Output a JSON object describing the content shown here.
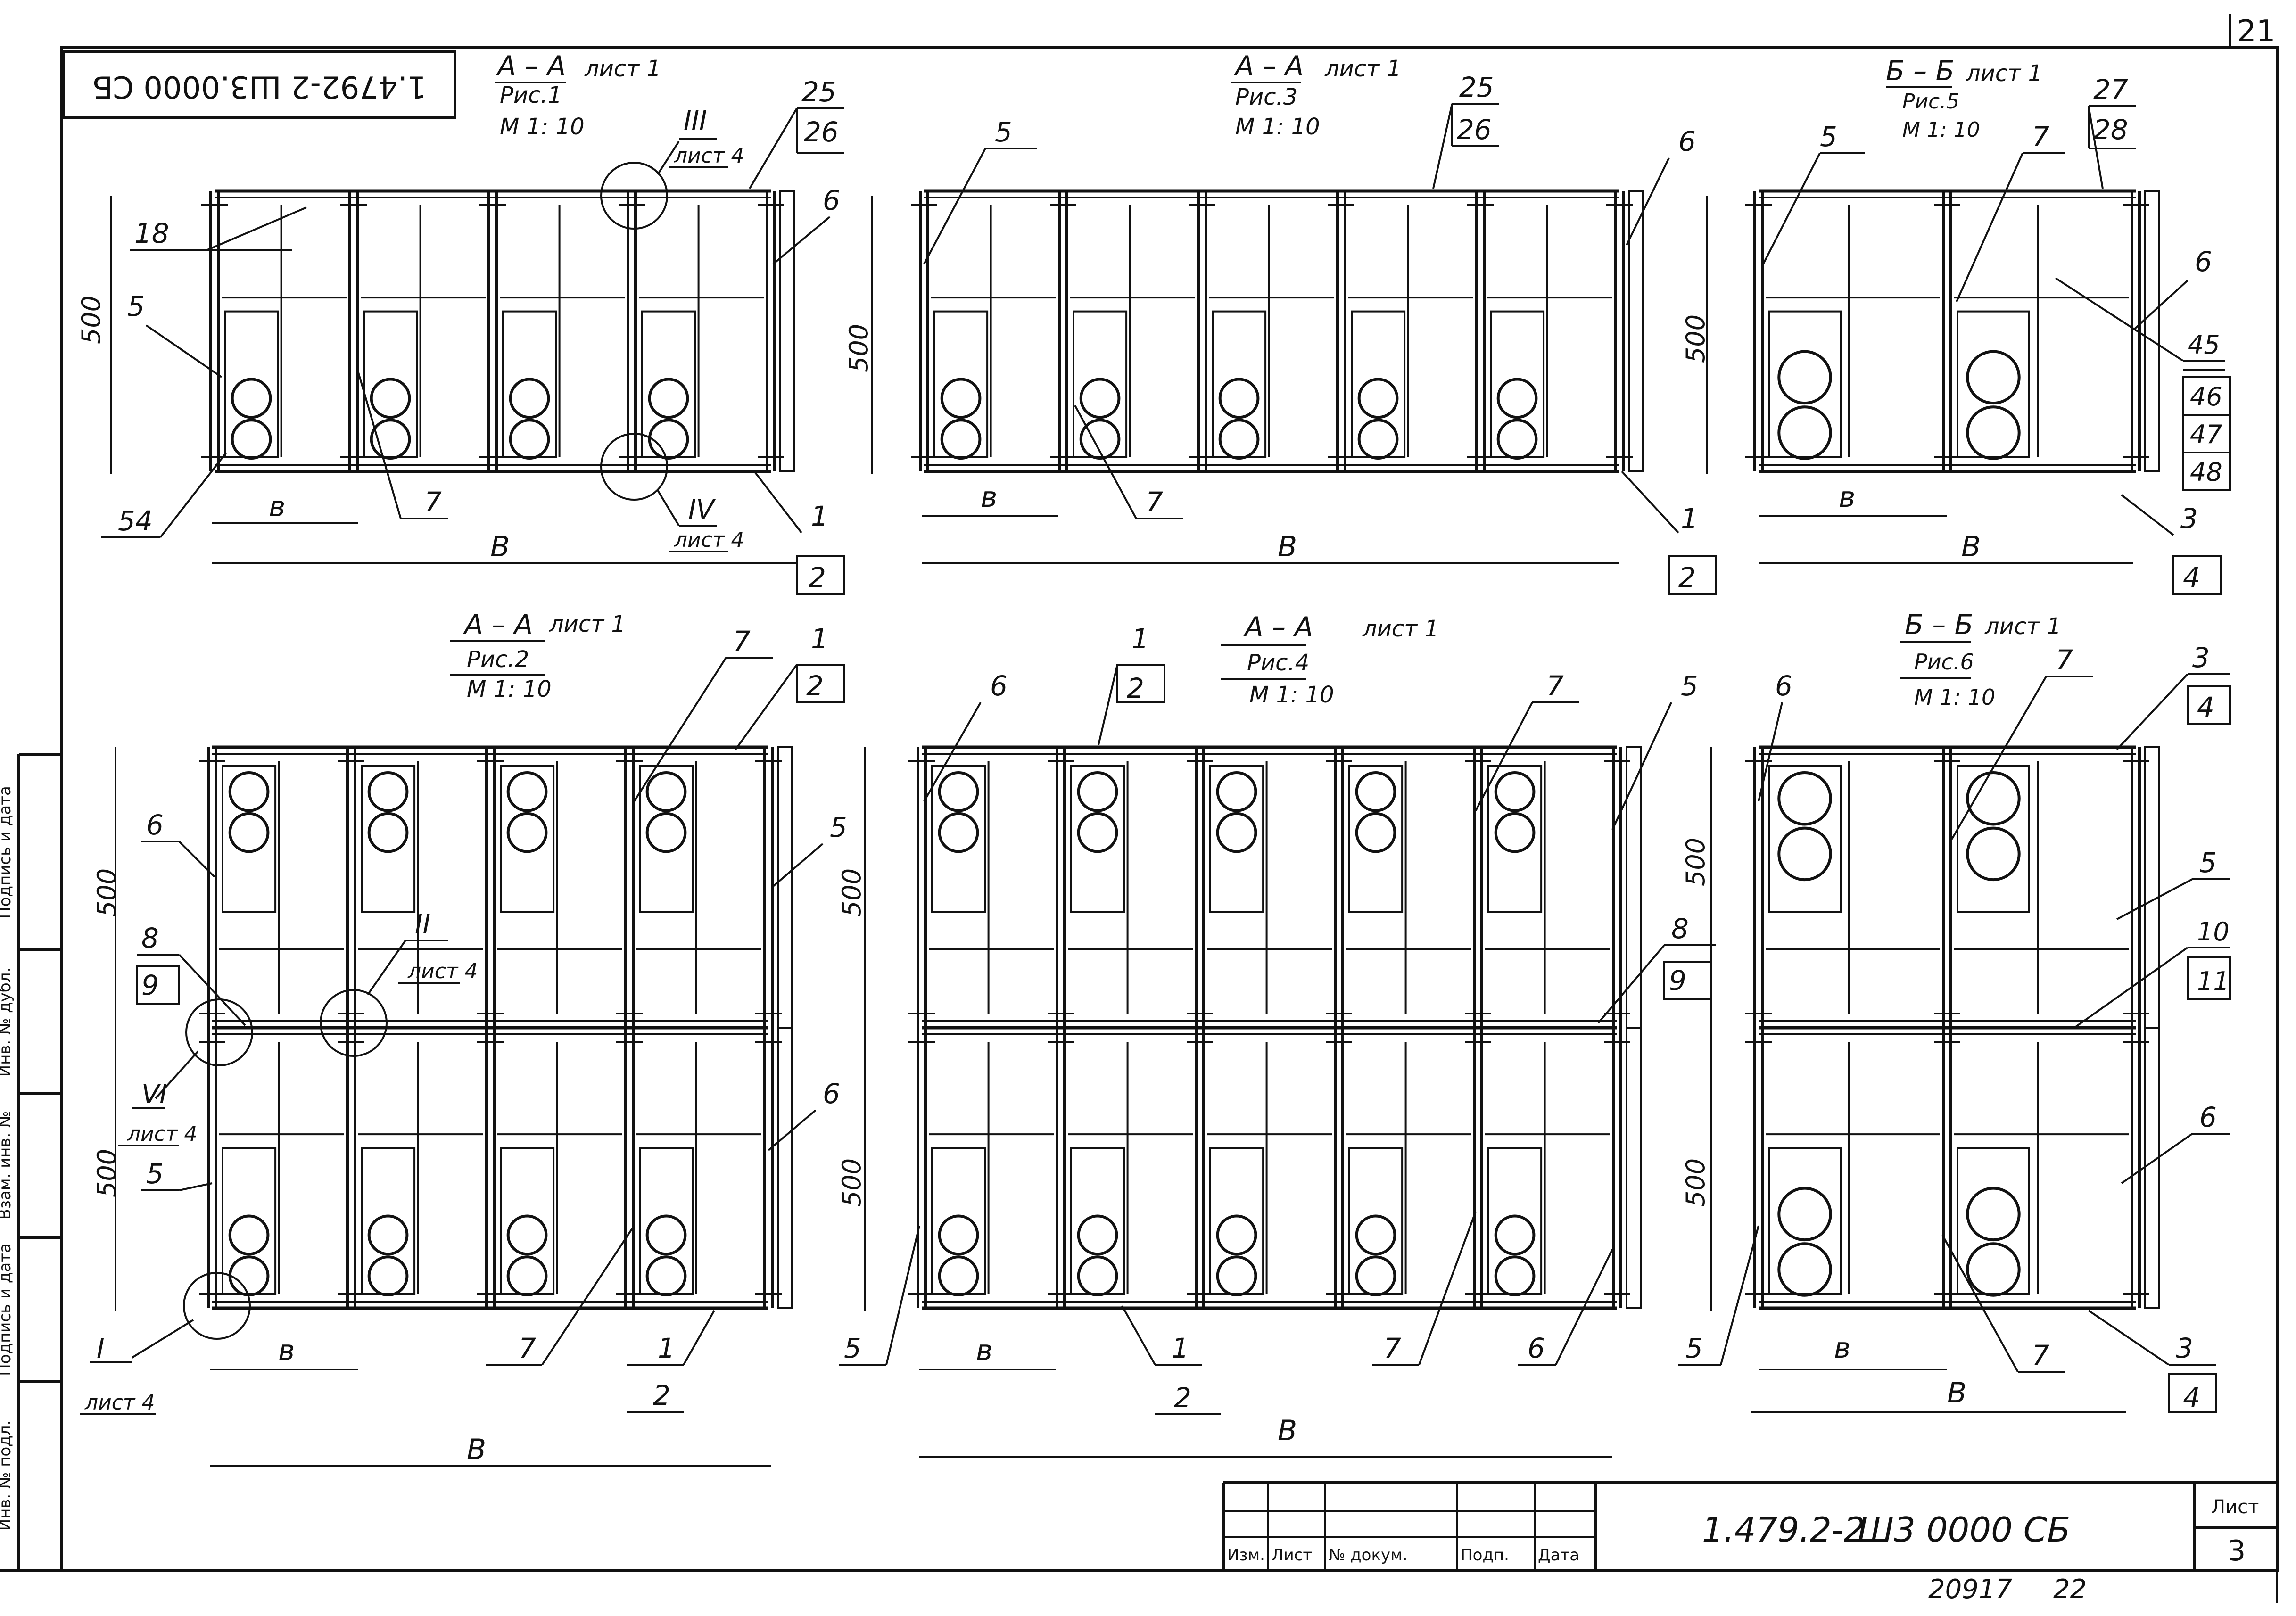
{
  "sheet": {
    "page_number_corner": "21",
    "stamp_rotated": "1.4792-2 Ш3.0000 СБ",
    "doc_code": "1.479.2-2",
    "doc_designation": "Ш3 0000 СБ",
    "sheet_label": "Лист",
    "sheet_number": "3",
    "archive_number": "20917",
    "archive_suffix": "22",
    "title_block_headers": [
      "Изм.",
      "Лист",
      "№ докум.",
      "Подп.",
      "Дата"
    ]
  },
  "side_stamp": [
    "Инв. № подл.",
    "Подпись и дата",
    "Взам. инв. №",
    "Инв. № дубл.",
    "Подпись и дата"
  ],
  "figures": [
    {
      "section": "А – А",
      "sheet": "лист 1",
      "fig": "Рис.1",
      "scale": "М 1: 10"
    },
    {
      "section": "А – А",
      "sheet": "лист 1",
      "fig": "Рис.2",
      "scale": "М 1: 10"
    },
    {
      "section": "А – А",
      "sheet": "лист 1",
      "fig": "Рис.3",
      "scale": "М 1: 10"
    },
    {
      "section": "А – А",
      "sheet": "лист 1",
      "fig": "Рис.4",
      "scale": "М 1: 10"
    },
    {
      "section": "Б – Б",
      "sheet": "лист 1",
      "fig": "Рис.5",
      "scale": "М 1: 10"
    },
    {
      "section": "Б – Б",
      "sheet": "лист 1",
      "fig": "Рис.6",
      "scale": "М 1: 10"
    }
  ],
  "dims": {
    "height": "500",
    "small": "в",
    "large": "В"
  },
  "callouts": {
    "n1": "1",
    "n2": "2",
    "n3": "3",
    "n4": "4",
    "n5": "5",
    "n6": "6",
    "n7": "7",
    "n8": "8",
    "n9": "9",
    "n10": "10",
    "n11": "11",
    "n18": "18",
    "n25": "25",
    "n26": "26",
    "n27": "27",
    "n28": "28",
    "n45": "45",
    "n46": "46",
    "n47": "47",
    "n48": "48",
    "n54": "54"
  },
  "details": {
    "I": "I",
    "III": "III",
    "IV": "IV",
    "II": "II",
    "VI": "VI",
    "sheet_ref": "лист 4"
  }
}
